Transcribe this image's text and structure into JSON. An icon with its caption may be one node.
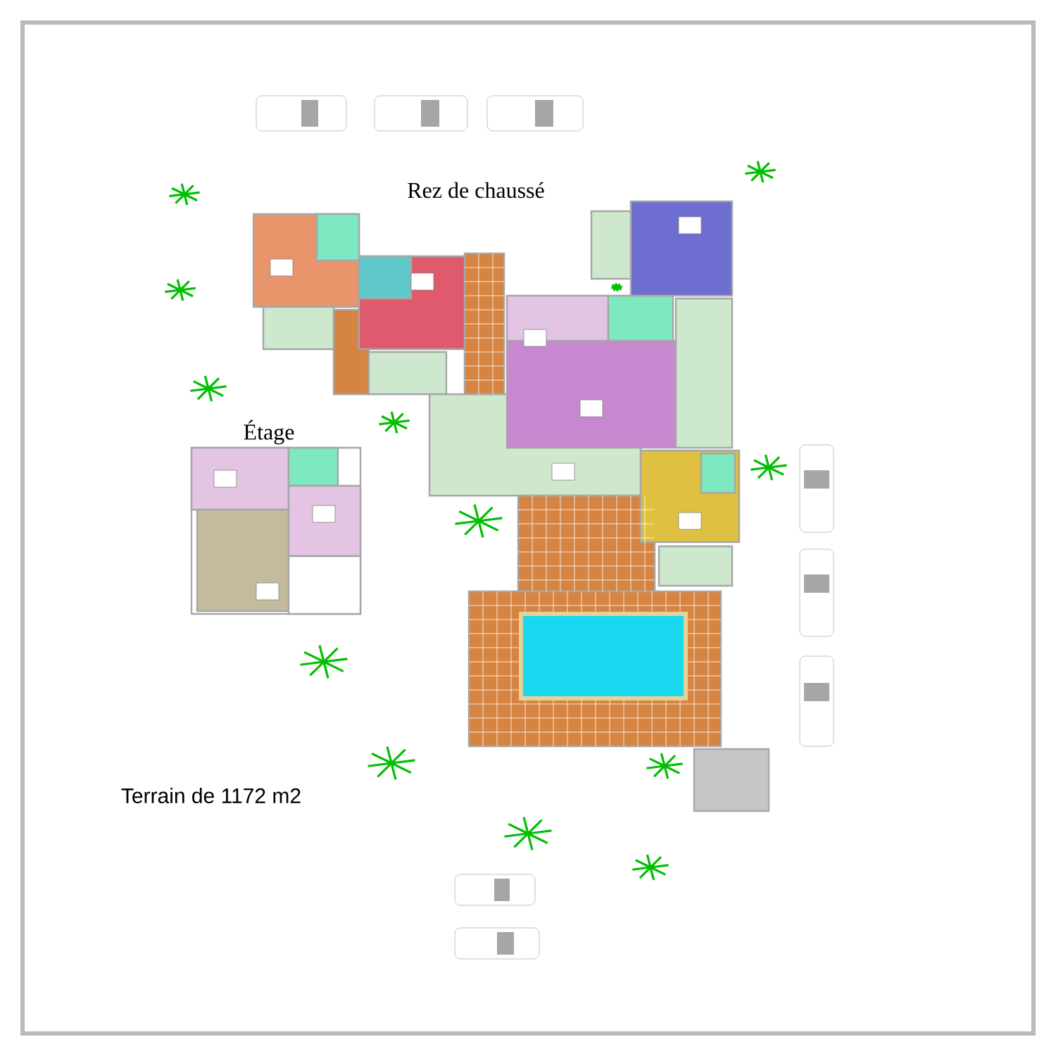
{
  "diagram": {
    "labels": [
      "Rez de chaussé",
      "Étage",
      "Terrain de 1172 m2"
    ]
  }
}
